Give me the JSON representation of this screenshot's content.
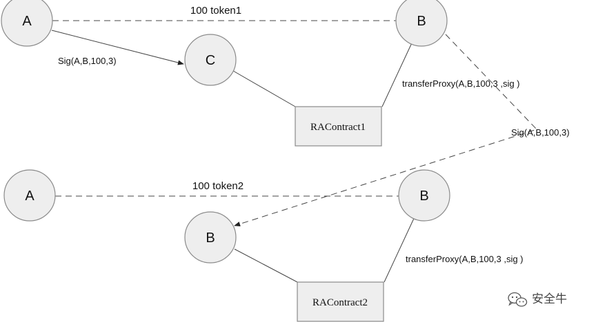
{
  "diagram": {
    "top": {
      "node_a": "A",
      "node_b": "B",
      "node_c": "C",
      "contract": "RAContract1",
      "edge_ab": "100 token1",
      "edge_ac": "Sig(A,B,100,3)",
      "edge_contract_b": "transferProxy(A,B,100,3 ,sig  )"
    },
    "bottom": {
      "node_a": "A",
      "node_b_right": "B",
      "node_b_left": "B",
      "contract": "RAContract2",
      "edge_ab": "100 token2",
      "edge_contract_b": "transferProxy(A,B,100,3 ,sig  )"
    },
    "cross_edge": "Sig(A,B,100,3)",
    "watermark": "安全牛"
  }
}
